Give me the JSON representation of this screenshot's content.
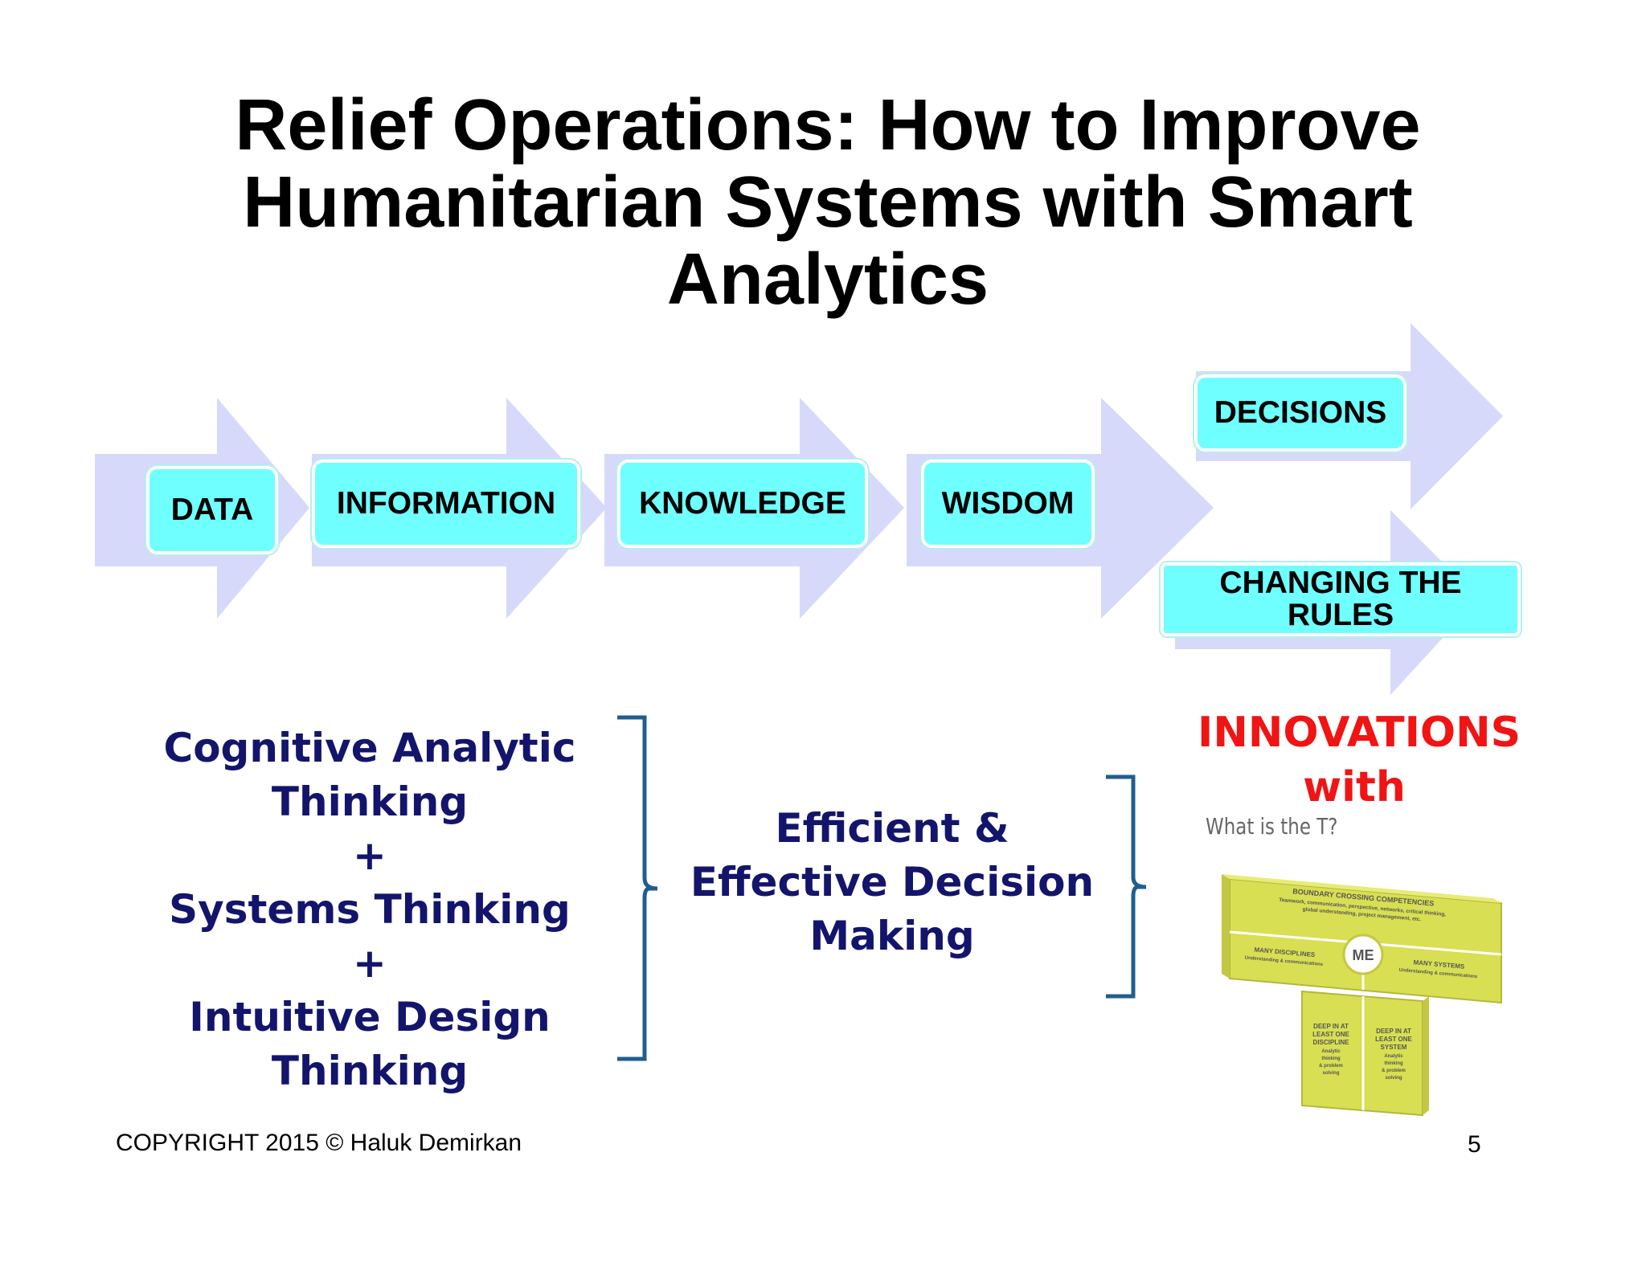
{
  "title": {
    "line1": "Relief Operations: How to Improve",
    "line2": "Humanitarian Systems with Smart",
    "line3": "Analytics"
  },
  "flow": {
    "data": "DATA",
    "information": "INFORMATION",
    "knowledge": "KNOWLEDGE",
    "wisdom": "WISDOM",
    "decisions": "DECISIONS",
    "changing_line1": "CHANGING THE",
    "changing_line2": "RULES"
  },
  "thinking": {
    "line1": "Cognitive Analytic",
    "line2": "Thinking",
    "plus1": "+",
    "line3": "Systems Thinking",
    "plus2": "+",
    "line4": "Intuitive Design",
    "line5": "Thinking"
  },
  "decision": {
    "line1": "Efficient &",
    "line2": "Effective Decision",
    "line3": "Making"
  },
  "innovations": {
    "line1": "INNOVATIONS",
    "line2": "with",
    "caption": "What is the T?"
  },
  "tmodel": {
    "top_title": "BOUNDARY CROSSING COMPETENCIES",
    "top_sub1": "Teamwork, communication, perspective, networks, critical thinking,",
    "top_sub2": "global understanding, project management, etc.",
    "center": "ME",
    "left_title": "MANY DISCIPLINES",
    "left_sub": "Understanding & communications",
    "right_title": "MANY SYSTEMS",
    "right_sub": "Understanding & communications",
    "stem_left": [
      "DEEP IN AT",
      "LEAST ONE",
      "DISCIPLINE",
      "Analytic",
      "thinking",
      "& problem",
      "solving"
    ],
    "stem_right": [
      "DEEP IN AT",
      "LEAST ONE",
      "SYSTEM",
      "Analytic",
      "thinking",
      "& problem",
      "solving"
    ]
  },
  "footer": {
    "copyright": "COPYRIGHT 2015 © Haluk Demirkan",
    "page": "5"
  },
  "colors": {
    "arrow": "#d7d9fb",
    "box": "#6fffff",
    "navy_text": "#13156c",
    "bracket": "#1f5f8f",
    "innovation_red": "#f01414",
    "tmodel_yellow": "#d8df52"
  }
}
